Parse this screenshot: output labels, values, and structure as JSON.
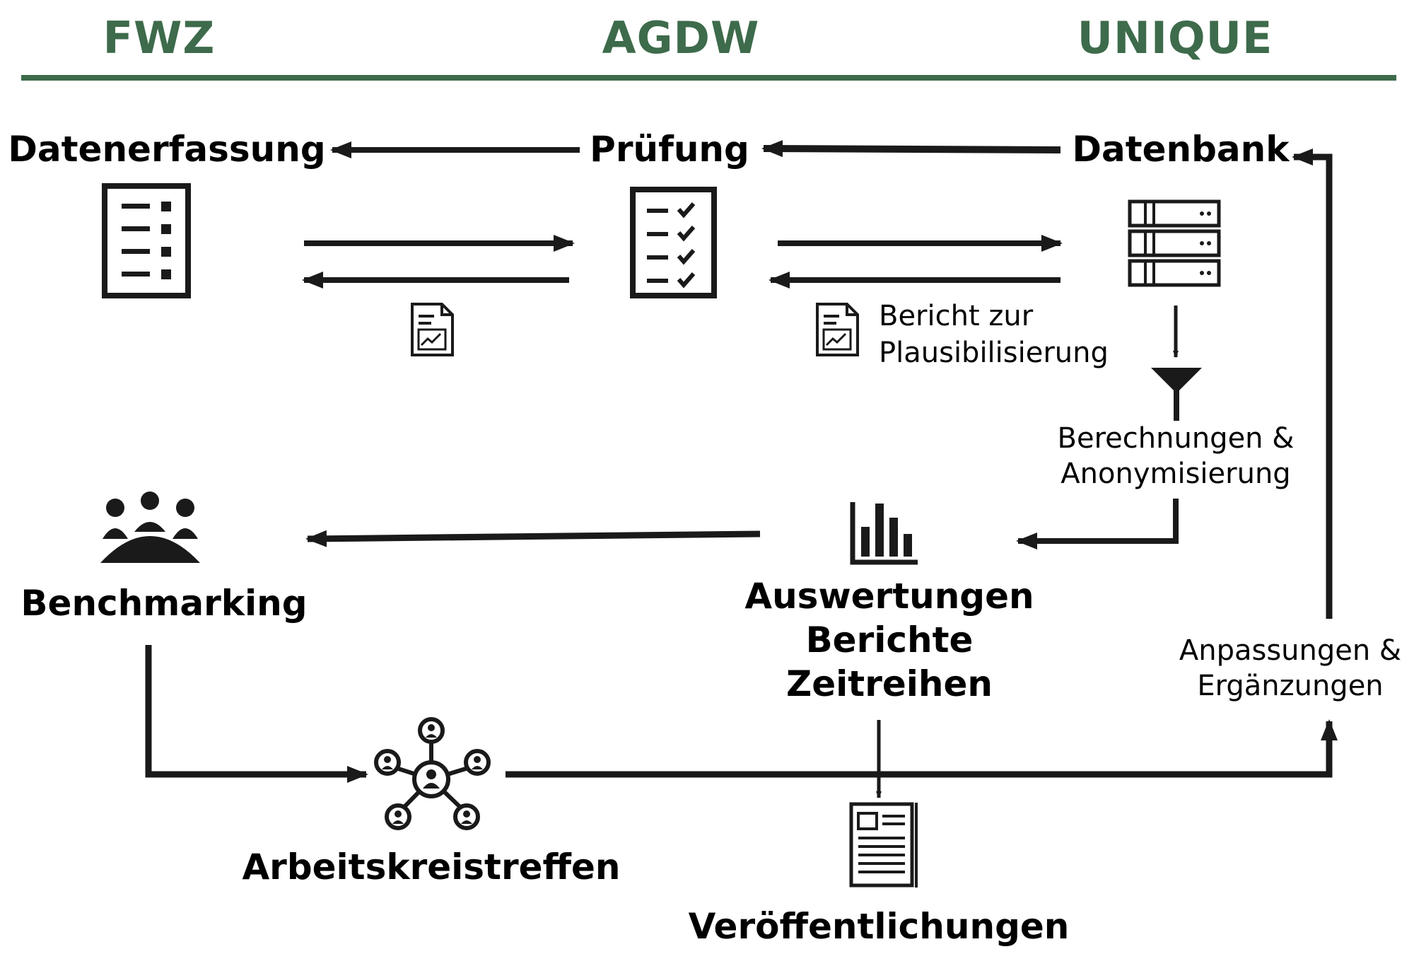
{
  "colors": {
    "accent_green": "#3d6b4b",
    "ink": "#1a1a1a"
  },
  "header": {
    "organizations": [
      "FWZ",
      "AGDW",
      "UNIQUE"
    ]
  },
  "nodes": {
    "datenerfassung": "Datenerfassung",
    "pruefung": "Prüfung",
    "datenbank": "Datenbank",
    "benchmarking": "Benchmarking",
    "auswertungen": [
      "Auswertungen",
      "Berichte",
      "Zeitreihen"
    ],
    "arbeitskreistreffen": "Arbeitskreistreffen",
    "veroeffentlichungen": "Veröffentlichungen"
  },
  "notes": {
    "bericht": [
      "Bericht zur",
      "Plausibilisierung"
    ],
    "berechnungen": [
      "Berechnungen &",
      "Anonymisierung"
    ],
    "anpassungen": [
      "Anpassungen &",
      "Ergänzungen"
    ]
  },
  "icons": {
    "datenerfassung": "form-list-icon",
    "pruefung": "checklist-icon",
    "datenbank": "server-database-icon",
    "report_small": "report-chart-icon",
    "report_plausibility": "report-chart-icon",
    "filter": "funnel-icon",
    "benchmarking": "meeting-group-icon",
    "auswertungen": "bar-chart-icon",
    "arbeitskreistreffen": "network-people-icon",
    "veroeffentlichungen": "newspaper-icon"
  }
}
